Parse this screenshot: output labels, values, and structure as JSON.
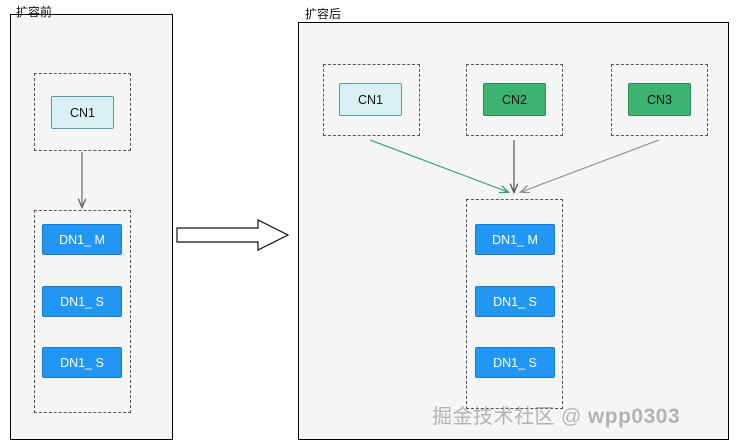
{
  "diagram": {
    "type": "architecture-before-after",
    "panels": [
      {
        "id": "before",
        "title": "扩容前",
        "groups": [
          {
            "id": "before-cn-group",
            "nodes": [
              {
                "label": "CN1",
                "style": "cn-light"
              }
            ]
          },
          {
            "id": "before-dn-group",
            "nodes": [
              {
                "label": "DN1_ M",
                "style": "dn"
              },
              {
                "label": "DN1_ S",
                "style": "dn"
              },
              {
                "label": "DN1_ S",
                "style": "dn"
              }
            ]
          }
        ]
      },
      {
        "id": "after",
        "title": "扩容后",
        "groups": [
          {
            "id": "after-cn-group-1",
            "nodes": [
              {
                "label": "CN1",
                "style": "cn-light"
              }
            ]
          },
          {
            "id": "after-cn-group-2",
            "nodes": [
              {
                "label": "CN2",
                "style": "cn-green"
              }
            ]
          },
          {
            "id": "after-cn-group-3",
            "nodes": [
              {
                "label": "CN3",
                "style": "cn-green"
              }
            ]
          },
          {
            "id": "after-dn-group",
            "nodes": [
              {
                "label": "DN1_ M",
                "style": "dn"
              },
              {
                "label": "DN1_ S",
                "style": "dn"
              },
              {
                "label": "DN1_ S",
                "style": "dn"
              }
            ]
          }
        ]
      }
    ],
    "connectors": [
      {
        "id": "before-cn-to-dn",
        "from": "CN1",
        "to": "DN1_ M",
        "color": "#666666"
      },
      {
        "id": "after-cn1-to-dn",
        "from": "CN1",
        "to": "DN1_ M",
        "color": "#2fa36b"
      },
      {
        "id": "after-cn2-to-dn",
        "from": "CN2",
        "to": "DN1_ M",
        "color": "#555555"
      },
      {
        "id": "after-cn3-to-dn",
        "from": "CN3",
        "to": "DN1_ M",
        "color": "#8c8c9c"
      }
    ],
    "transition_arrow": {
      "id": "expand-arrow",
      "direction": "right"
    }
  },
  "colors": {
    "panel_bg": "#f5f5f5",
    "panel_border": "#000000",
    "cn_light_bg": "#d9f0f5",
    "cn_light_border": "#5a9aa8",
    "cn_green_bg": "#3cb371",
    "dn_bg": "#2196f3",
    "dashed_border": "#555555",
    "arrow_green": "#2fa36b",
    "watermark": "#8c8c8c"
  },
  "watermark": {
    "prefix": "掘金技术社区 @ ",
    "handle": "wpp0303"
  }
}
